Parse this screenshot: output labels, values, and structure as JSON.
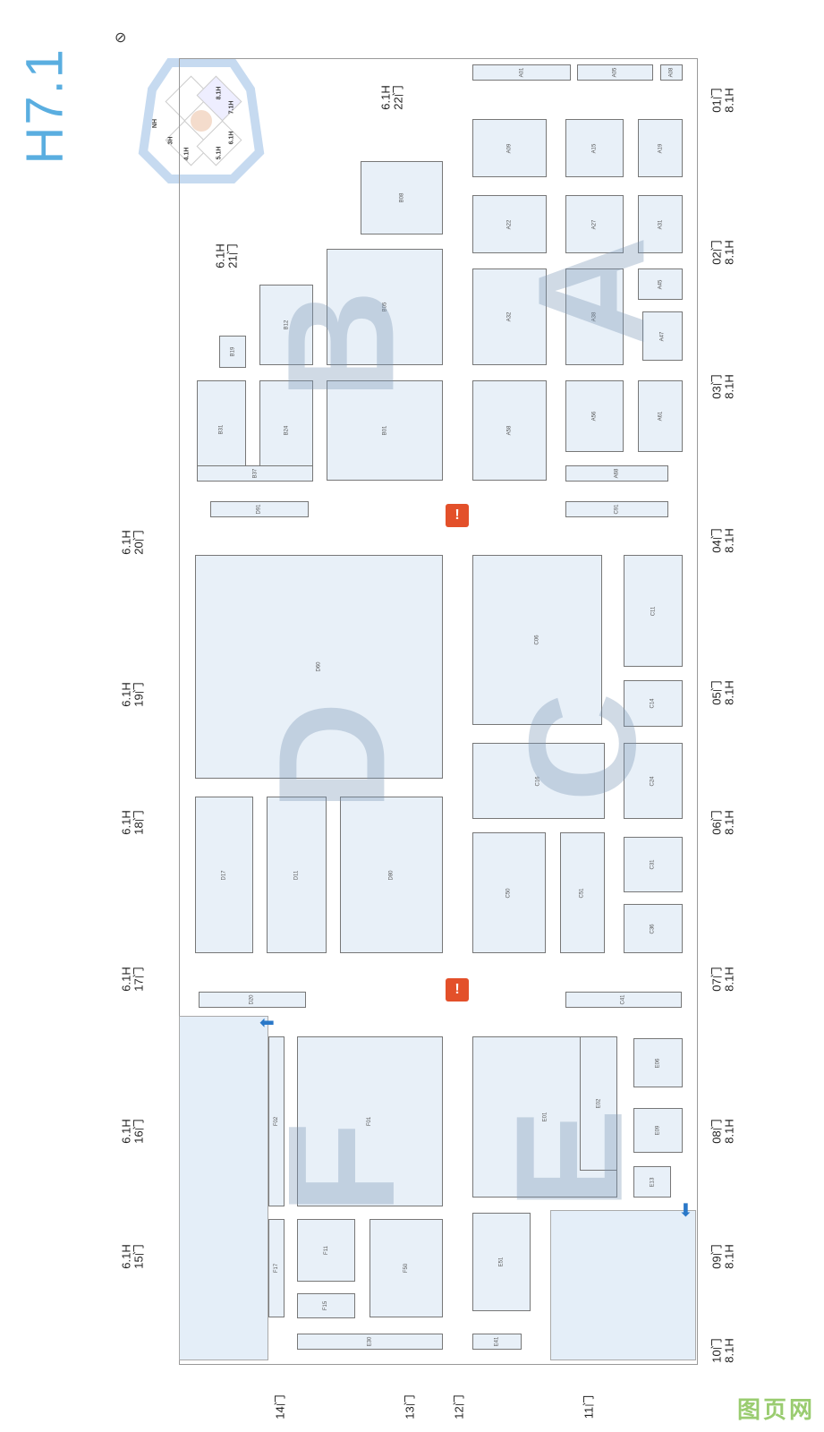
{
  "title": "H7.1",
  "minimap": {
    "halls": [
      "8.1H",
      "7.1H",
      "6.1H",
      "5.1H",
      "4.1H",
      "3H",
      "NH"
    ]
  },
  "zones": [
    "A",
    "B",
    "C",
    "D",
    "E",
    "F"
  ],
  "gates_left": [
    {
      "hall": "6.1H",
      "gate": "22门"
    },
    {
      "hall": "6.1H",
      "gate": "21门"
    },
    {
      "hall": "6.1H",
      "gate": "20门"
    },
    {
      "hall": "6.1H",
      "gate": "19门"
    },
    {
      "hall": "6.1H",
      "gate": "18门"
    },
    {
      "hall": "6.1H",
      "gate": "17门"
    },
    {
      "hall": "6.1H",
      "gate": "16门"
    },
    {
      "hall": "6.1H",
      "gate": "15门"
    }
  ],
  "gates_right": [
    {
      "hall": "8.1H",
      "gate": "01门"
    },
    {
      "hall": "8.1H",
      "gate": "02门"
    },
    {
      "hall": "8.1H",
      "gate": "03门"
    },
    {
      "hall": "8.1H",
      "gate": "04门"
    },
    {
      "hall": "8.1H",
      "gate": "05门"
    },
    {
      "hall": "8.1H",
      "gate": "06门"
    },
    {
      "hall": "8.1H",
      "gate": "07门"
    },
    {
      "hall": "8.1H",
      "gate": "08门"
    },
    {
      "hall": "8.1H",
      "gate": "09门"
    },
    {
      "hall": "8.1H",
      "gate": "10门"
    }
  ],
  "gates_bottom": [
    "14门",
    "13门",
    "12门",
    "11门"
  ],
  "booths": {
    "d60": "D60",
    "d80": "D80",
    "d11": "D11",
    "d17": "D17",
    "c06": "C06",
    "c16": "C16",
    "c51": "C51",
    "c50": "C50",
    "e01": "E01",
    "e02": "E02",
    "f01": "F01",
    "f50": "F50",
    "b01": "B01",
    "b05": "B05",
    "a58": "A58",
    "a32": "A32",
    "a56": "A56",
    "e51": "E51"
  },
  "fire_icon": "fire-extinguisher-icon",
  "watermark": "图页网"
}
